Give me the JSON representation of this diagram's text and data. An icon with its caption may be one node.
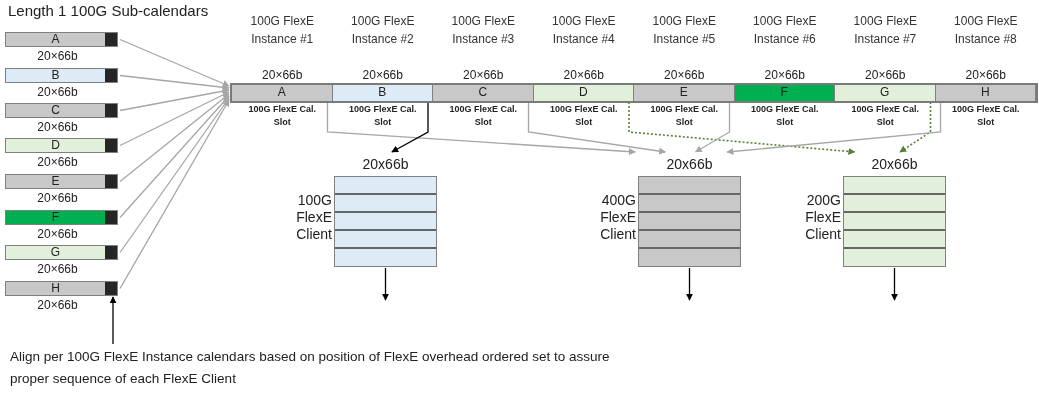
{
  "diagram": {
    "title": "Length 1 100G Sub-calendars",
    "nodes": [
      {
        "text": [
          "A"
        ],
        "beside": [
          "20×66b"
        ]
      },
      {
        "text": [
          "B"
        ],
        "beside": [
          "20×66b"
        ]
      },
      {
        "text": [
          "C"
        ],
        "beside": [
          "20×66b"
        ]
      },
      {
        "text": [
          "D"
        ],
        "beside": [
          "20×66b"
        ]
      },
      {
        "text": [
          "E"
        ],
        "beside": [
          "20×66b"
        ]
      },
      {
        "text": [
          "F"
        ],
        "beside": [
          "20×66b"
        ]
      },
      {
        "text": [
          "G"
        ],
        "beside": [
          "20×66b"
        ]
      },
      {
        "text": [
          "H"
        ],
        "beside": [
          "20×66b"
        ]
      },
      {
        "text": [],
        "shape": "bar"
      },
      {
        "text": [
          "A"
        ],
        "beside": [
          "100G FlexE Instance #1",
          "20×66b",
          "100G FlexE Cal. Slot"
        ],
        "in": 8
      },
      {
        "text": [
          "B"
        ],
        "beside": [
          "100G FlexE Instance #2",
          "20×66b",
          "100G FlexE Cal. Slot"
        ],
        "in": 8
      },
      {
        "text": [
          "C"
        ],
        "beside": [
          "100G FlexE Instance #3",
          "20×66b",
          "100G FlexE Cal. Slot"
        ],
        "in": 8
      },
      {
        "text": [
          "D"
        ],
        "beside": [
          "100G FlexE Instance #4",
          "20×66b",
          "100G FlexE Cal. Slot"
        ],
        "in": 8
      },
      {
        "text": [
          "E"
        ],
        "beside": [
          "100G FlexE Instance #5",
          "20×66b",
          "100G FlexE Cal. Slot"
        ],
        "in": 8
      },
      {
        "text": [
          "F"
        ],
        "beside": [
          "100G FlexE Instance #6",
          "20×66b",
          "100G FlexE Cal. Slot"
        ],
        "in": 8
      },
      {
        "text": [
          "G"
        ],
        "beside": [
          "100G FlexE Instance #7",
          "20×66b",
          "100G FlexE Cal. Slot"
        ],
        "in": 8
      },
      {
        "text": [
          "H"
        ],
        "beside": [
          "100G FlexE Instance #8",
          "20×66b",
          "100G FlexE Cal. Slot"
        ],
        "in": 8
      },
      {
        "text": [
          "20x66b",
          "100G FlexE Client"
        ]
      },
      {
        "text": [
          "20x66b",
          "400G FlexE Client"
        ]
      },
      {
        "text": [
          "20x66b",
          "200G FlexE Client"
        ]
      },
      {
        "text": [
          "Align per 100G FlexE Instance calendars based on position of FlexE overhead ordered set to assure proper sequence of each FlexE Client"
        ]
      }
    ],
    "edges": [
      {
        "from": 0,
        "to": 8,
        "arrow": "to"
      },
      {
        "from": 1,
        "to": 8,
        "arrow": "to"
      },
      {
        "from": 2,
        "to": 8,
        "arrow": "to"
      },
      {
        "from": 3,
        "to": 8,
        "arrow": "to"
      },
      {
        "from": 4,
        "to": 8,
        "arrow": "to"
      },
      {
        "from": 5,
        "to": 8,
        "arrow": "to"
      },
      {
        "from": 6,
        "to": 8,
        "arrow": "to"
      },
      {
        "from": 7,
        "to": 8,
        "arrow": "to"
      },
      {
        "from": 9,
        "to": 18,
        "arrow": "to",
        "color": "#a6a6a6"
      },
      {
        "from": 10,
        "to": 17,
        "arrow": "to",
        "color": "#000000"
      },
      {
        "from": 11,
        "to": 18,
        "arrow": "to",
        "color": "#a6a6a6"
      },
      {
        "from": 12,
        "to": 19,
        "arrow": "to",
        "style": "dashed",
        "color": "#548235"
      },
      {
        "from": 13,
        "to": 18,
        "arrow": "to",
        "color": "#a6a6a6"
      },
      {
        "from": 15,
        "to": 19,
        "arrow": "to",
        "style": "dashed",
        "color": "#548235"
      },
      {
        "from": 16,
        "to": 18,
        "arrow": "to",
        "color": "#a6a6a6"
      },
      {
        "from": 17,
        "to": null,
        "arrow": "to",
        "color": "#000000"
      },
      {
        "from": 18,
        "to": null,
        "arrow": "to",
        "color": "#000000"
      },
      {
        "from": 19,
        "to": null,
        "arrow": "to",
        "color": "#000000"
      },
      {
        "from": 20,
        "to": 7,
        "arrow": "to",
        "color": "#000000"
      }
    ]
  }
}
